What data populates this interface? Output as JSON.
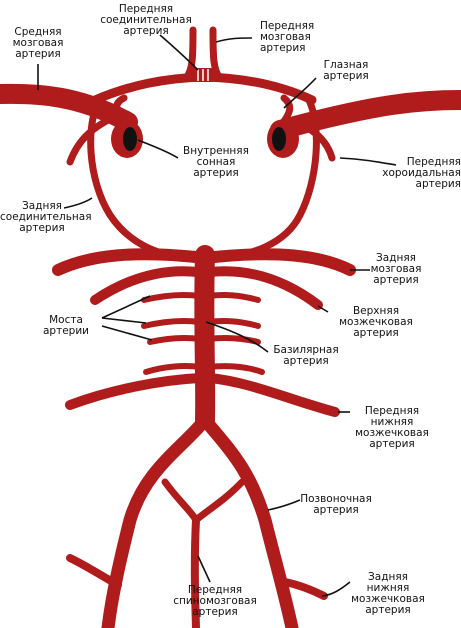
{
  "colors": {
    "artery": "#b01c1c",
    "line": "#111111",
    "background": "#ffffff"
  },
  "labels": {
    "anterior_communicating": "Передняя\nсоединительная\nартерия",
    "anterior_cerebral": "Передняя\nмозговая\nартерия",
    "middle_cerebral": "Средняя\nмозговая\nартерия",
    "ophthalmic": "Глазная\nартерия",
    "internal_carotid": "Внутренняя\nсонная\nартерия",
    "anterior_choroidal": "Передняя\nхороидальная\nартерия",
    "posterior_communicating": "Задняя\nсоединительная\nартерия",
    "posterior_cerebral": "Задняя\nмозговая\nартерия",
    "pontine": "Моста\nартерии",
    "superior_cerebellar": "Верхняя\nмозжечковая\nартерия",
    "basilar": "Базилярная\nартерия",
    "anterior_inferior_cerebellar": "Передняя\nнижняя\nмозжечковая\nартерия",
    "vertebral": "Позвоночная\nартерия",
    "anterior_spinal": "Передняя\nспиномозговая\nартерия",
    "posterior_inferior_cerebellar": "Задняя\nнижняя\nмозжечковая\nартерия"
  }
}
